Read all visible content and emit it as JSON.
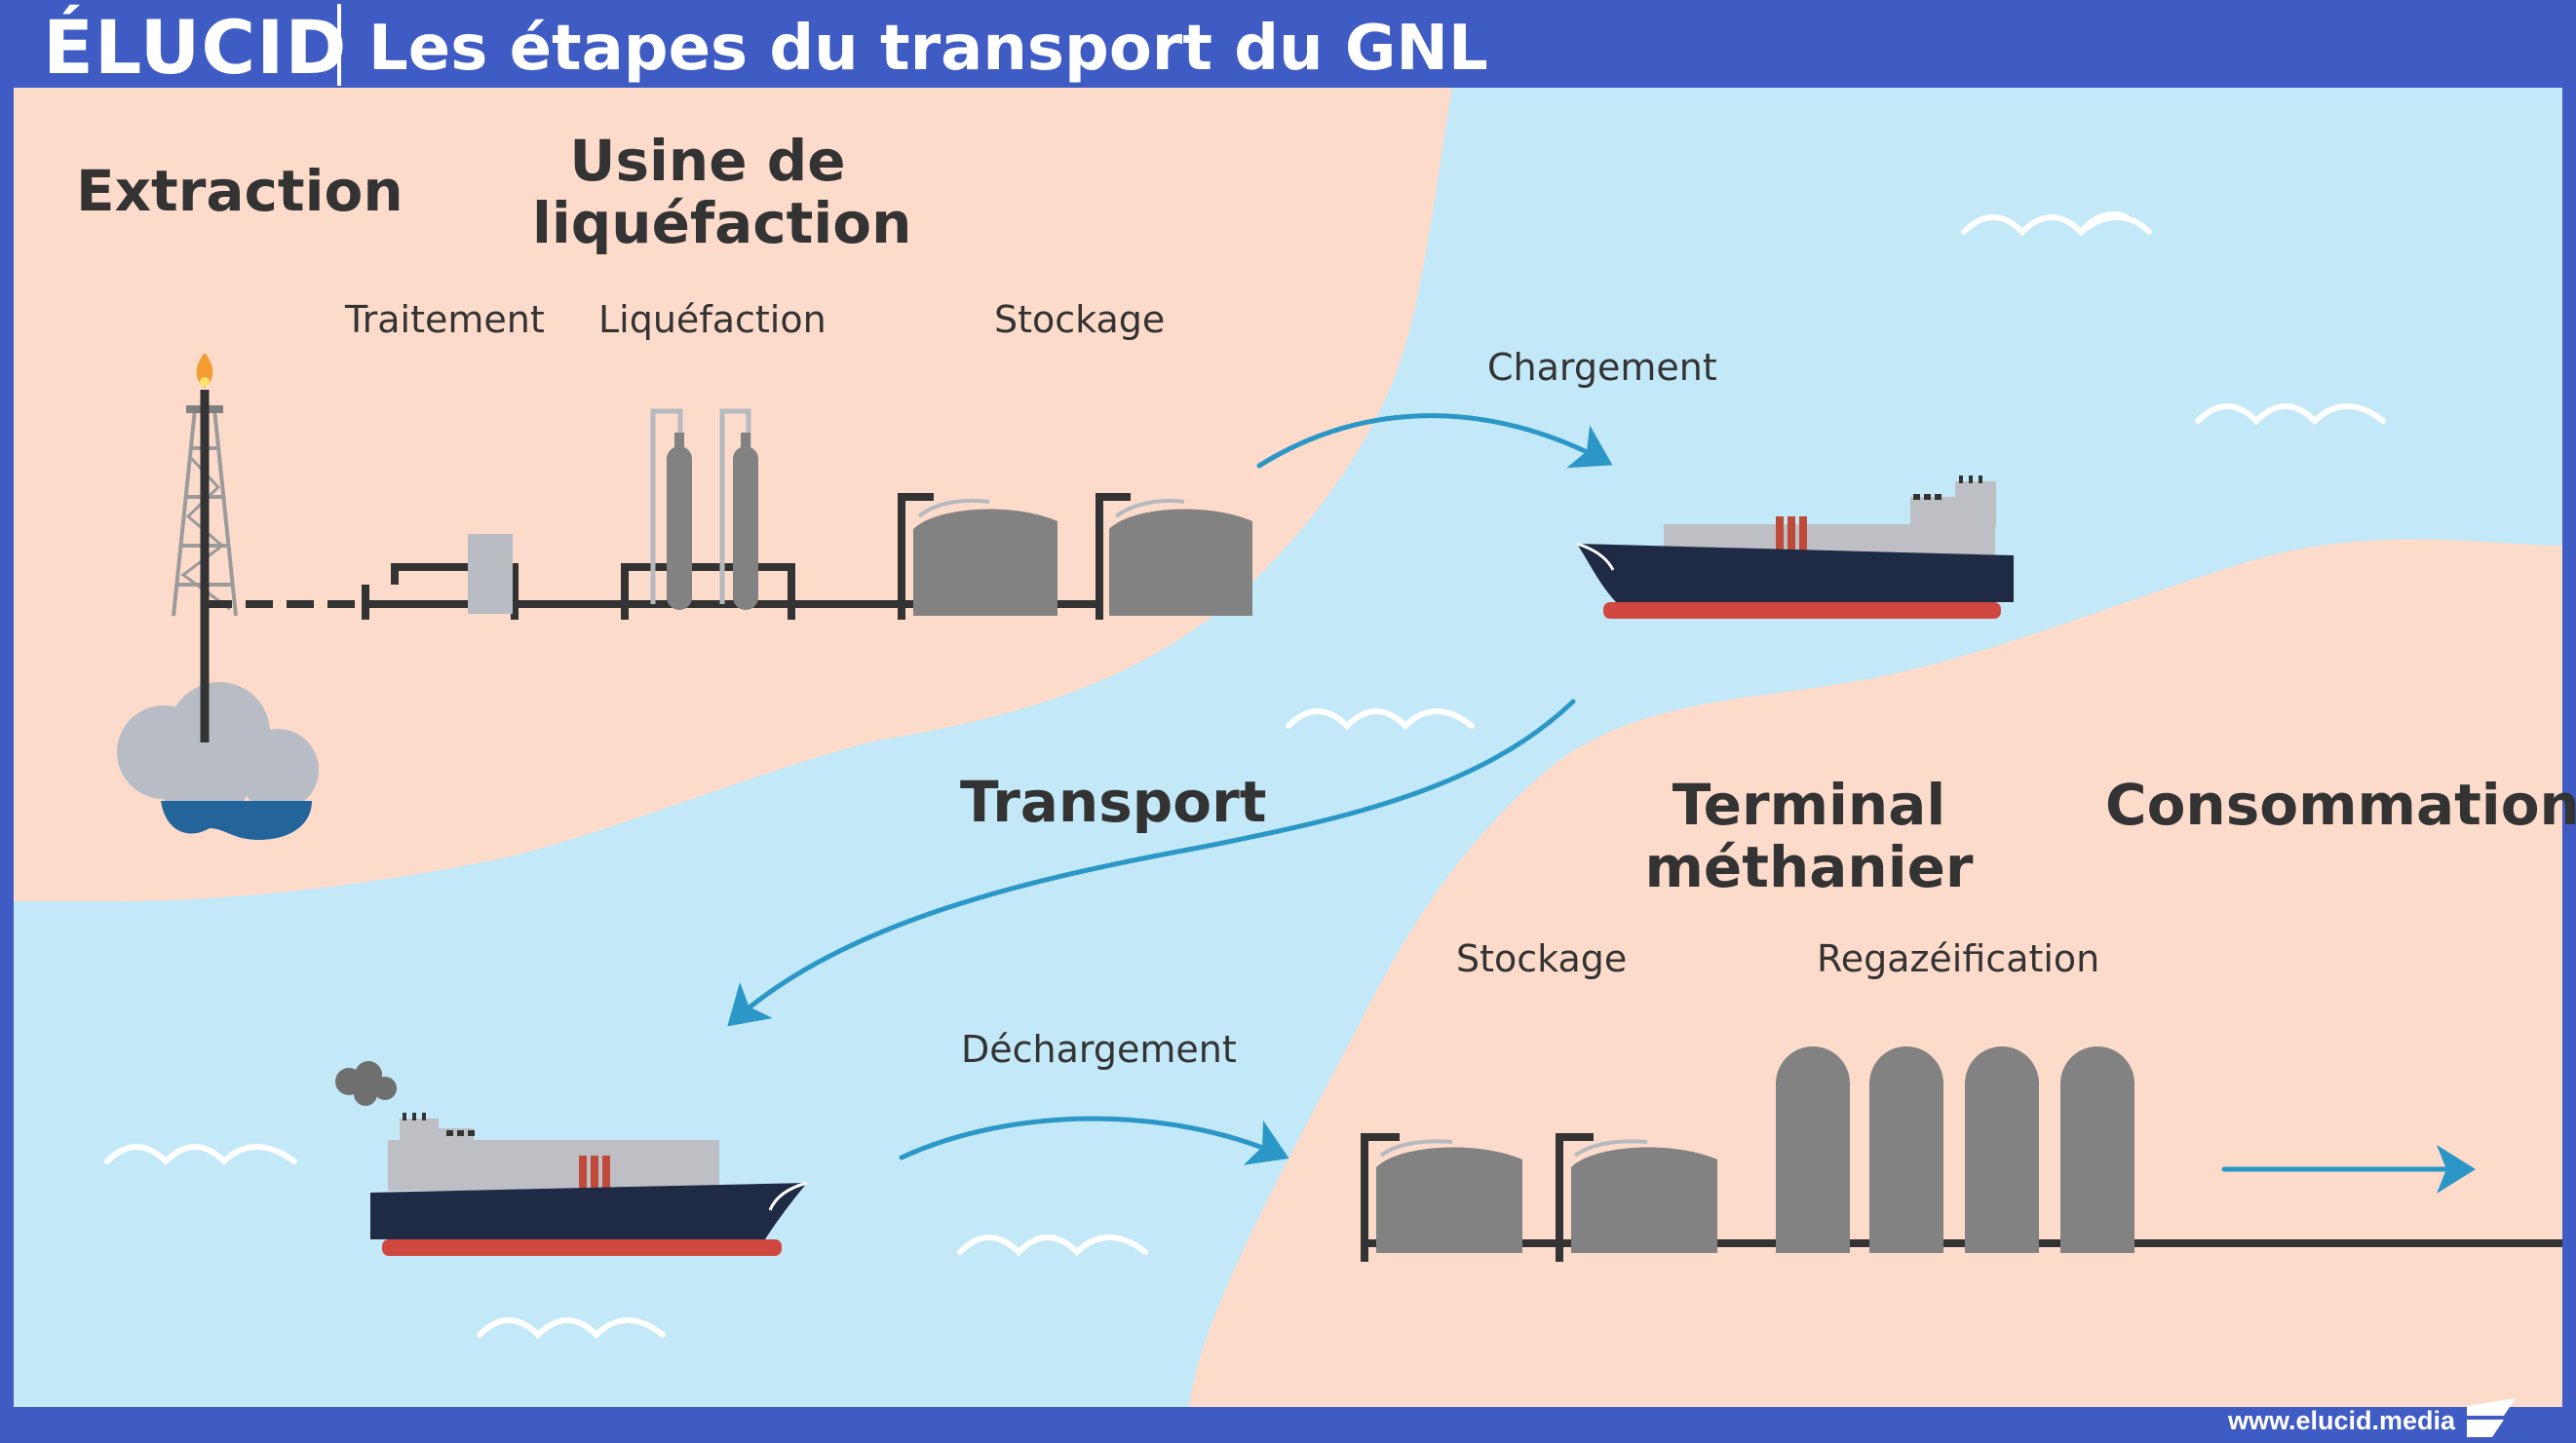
{
  "header": {
    "logo": "ÉLUCID",
    "title": "Les étapes du transport du GNL"
  },
  "footer": {
    "url": "www.elucid.media"
  },
  "steps": {
    "extraction": "Extraction",
    "usine": "Usine de liquéfaction",
    "traitement": "Traitement",
    "liquefaction": "Liquéfaction",
    "stockage_depart": "Stockage",
    "chargement": "Chargement",
    "transport": "Transport",
    "dechargement": "Déchargement",
    "terminal": "Terminal méthanier",
    "consommation": "Consommation",
    "stockage_arrivee": "Stockage",
    "regazeification": "Regazéification"
  },
  "colors": {
    "frame": "#3f5bc4",
    "land": "#fddbcb",
    "sea": "#c3e8f7",
    "arrow": "#2a97c7",
    "hull": "#1f2a44",
    "keel": "#d0473f",
    "tank": "#828282",
    "pipe": "#333333"
  }
}
